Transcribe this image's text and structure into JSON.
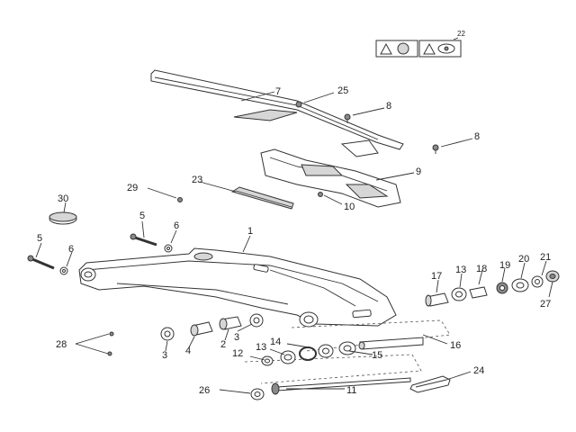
{
  "diagram": {
    "sheet_ref": "22",
    "callouts": {
      "c1": "1",
      "c2": "2",
      "c3a": "3",
      "c3b": "3",
      "c4": "4",
      "c5a": "5",
      "c5b": "5",
      "c6a": "6",
      "c6b": "6",
      "c7": "7",
      "c8a": "8",
      "c8b": "8",
      "c9": "9",
      "c10": "10",
      "c11": "11",
      "c12": "12",
      "c13a": "13",
      "c13b": "13",
      "c14": "14",
      "c15": "15",
      "c16": "16",
      "c17": "17",
      "c18": "18",
      "c19": "19",
      "c20": "20",
      "c21": "21",
      "c23": "23",
      "c24": "24",
      "c25": "25",
      "c26": "26",
      "c27": "27",
      "c28": "28",
      "c29": "29",
      "c30": "30"
    }
  }
}
